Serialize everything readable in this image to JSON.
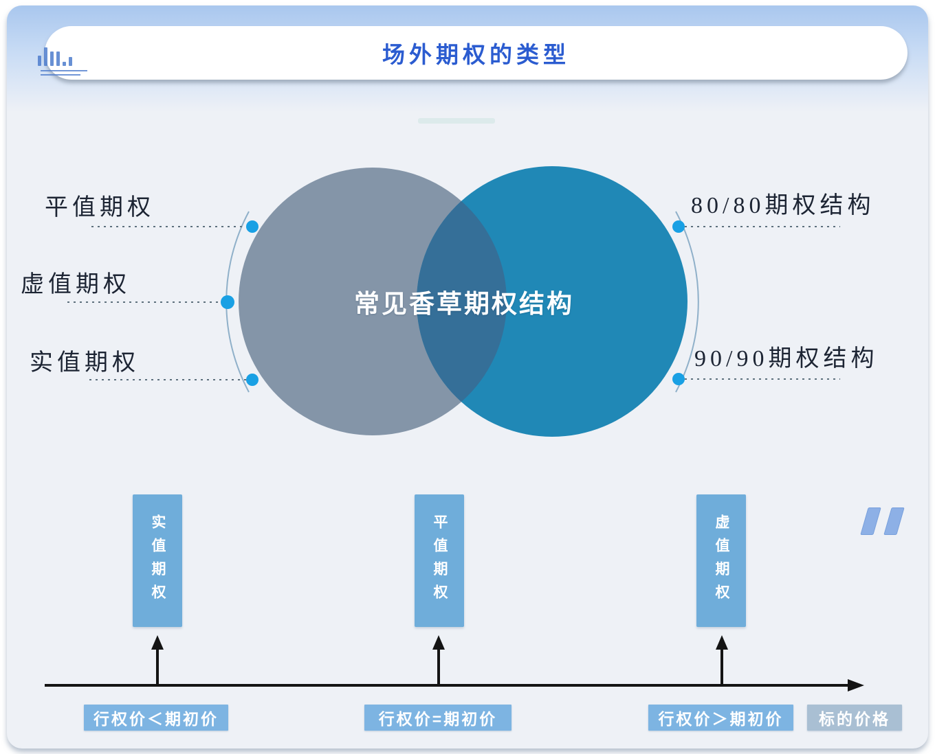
{
  "header": {
    "title": "场外期权的类型",
    "logo_icon": "bar-chart-logo-icon"
  },
  "venn": {
    "center_label": "常见香草期权结构",
    "left_labels": [
      "平值期权",
      "虚值期权",
      "实值期权"
    ],
    "right_labels": [
      "80/80期权结构",
      "90/90期权结构"
    ]
  },
  "axis_section": {
    "boxes": [
      "实值期权",
      "平值期权",
      "虚值期权"
    ],
    "tags": [
      "行权价＜期初价",
      "行权价=期初价",
      "行权价＞期初价"
    ],
    "axis_title": "标的价格",
    "quote_icon": "quote-icon"
  },
  "colors": {
    "accent_blue": "#2b5cd0",
    "card_bg": "#eef1f6",
    "header_gradient": "#a9c7ee",
    "left_circle": "#8495a8",
    "right_circle": "#2088b6",
    "overlap": "#356f98",
    "dot_blue": "#19a0e4",
    "connector_gray": "#5c6f7c",
    "arc_gray": "#8fb0c9",
    "label_text": "#1c2433",
    "box_blue": "#6fadda",
    "tag_blue": "#7db4e2",
    "tag_gray": "#a9bfd3",
    "quote_blue": "#83a9e5",
    "axis_black": "#141414",
    "divider_teal": "#d9e9ea",
    "logo_blue": "#4d7ccc"
  }
}
